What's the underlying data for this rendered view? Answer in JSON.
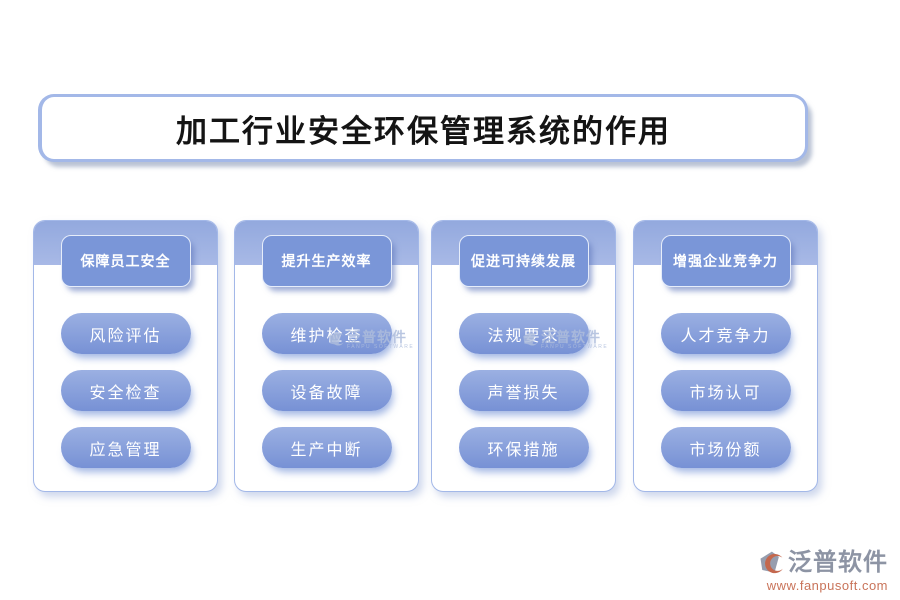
{
  "title": "加工行业安全环保管理系统的作用",
  "columns": [
    {
      "header": "保障员工安全",
      "items": [
        "风险评估",
        "安全检查",
        "应急管理"
      ]
    },
    {
      "header": "提升生产效率",
      "items": [
        "维护检查",
        "设备故障",
        "生产中断"
      ]
    },
    {
      "header": "促进可持续发展",
      "items": [
        "法规要求",
        "声誉损失",
        "环保措施"
      ]
    },
    {
      "header": "增强企业竞争力",
      "items": [
        "人才竞争力",
        "市场认可",
        "市场份额"
      ]
    }
  ],
  "watermark": {
    "brand": "泛普软件",
    "subtitle": "FANPU SOFTWARE"
  },
  "footer": {
    "brand": "泛普软件",
    "url": "www.fanpusoft.com"
  },
  "colors": {
    "card-border": "#A3B8E8",
    "band-top": "#93A9DE",
    "band-bottom": "#A8B9E6",
    "header-pill": "#7A96D8",
    "pill-top": "#9BB0E2",
    "pill-bottom": "#7791D5",
    "watermark": "#AEBDDC",
    "footer-text": "#8D94A4",
    "footer-accent": "#C9745A"
  }
}
